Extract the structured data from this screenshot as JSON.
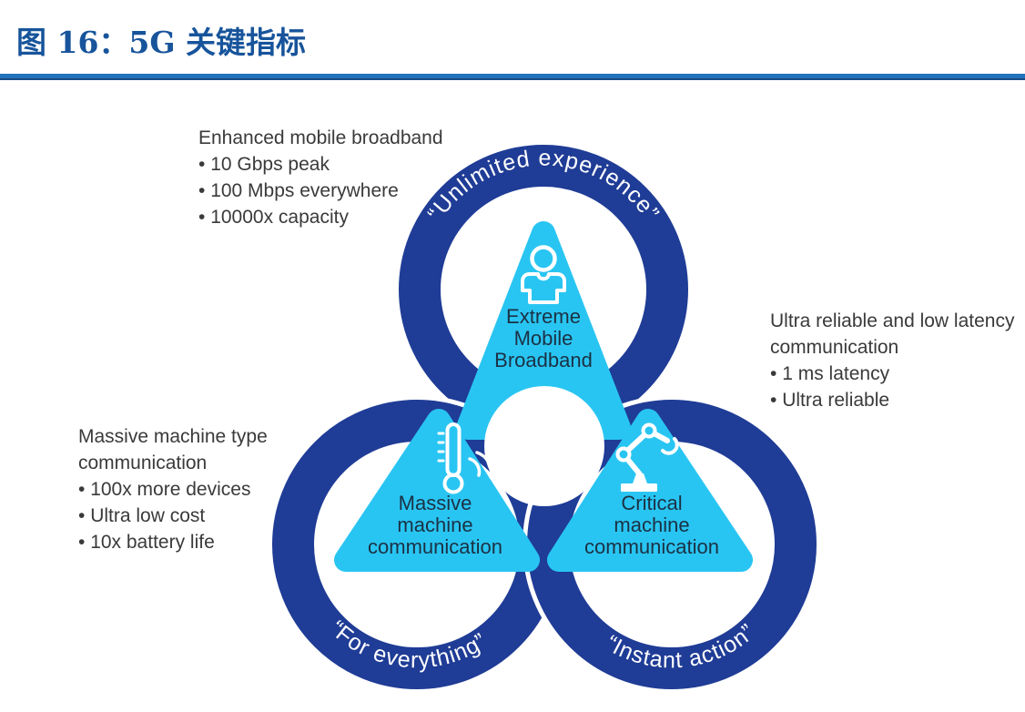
{
  "header": {
    "title": "图 16：5G 关键指标"
  },
  "diagram": {
    "rings": [
      {
        "id": "top",
        "quote": "“Unlimited experience”"
      },
      {
        "id": "bottom-left",
        "quote": "“For everything”"
      },
      {
        "id": "bottom-right",
        "quote": "“Instant action”"
      }
    ],
    "triangles": [
      {
        "icon": "person-icon",
        "lines": [
          "Extreme",
          "Mobile",
          "Broadband"
        ]
      },
      {
        "icon": "thermometer-icon",
        "lines": [
          "Massive",
          "machine",
          "communication"
        ]
      },
      {
        "icon": "robot-arm-icon",
        "lines": [
          "Critical",
          "machine",
          "communication"
        ]
      }
    ],
    "annotations": [
      {
        "title": "Enhanced mobile broadband",
        "bullets": [
          "10 Gbps peak",
          "100 Mbps everywhere",
          "10000x capacity"
        ]
      },
      {
        "title": "Ultra reliable and low latency communication",
        "bullets": [
          "1 ms latency",
          "Ultra reliable"
        ]
      },
      {
        "title": "Massive machine type communication",
        "bullets": [
          "100x more devices",
          "Ultra low cost",
          "10x battery life"
        ]
      }
    ],
    "colors": {
      "ring": "#1F3C96",
      "triangle": "#29C5F2",
      "curved_text": "#FFFFFF",
      "triangle_label": "#1B3144",
      "annotation_text": "#3A3A3A",
      "title": "#17549B",
      "divider": "#2273BC"
    }
  }
}
